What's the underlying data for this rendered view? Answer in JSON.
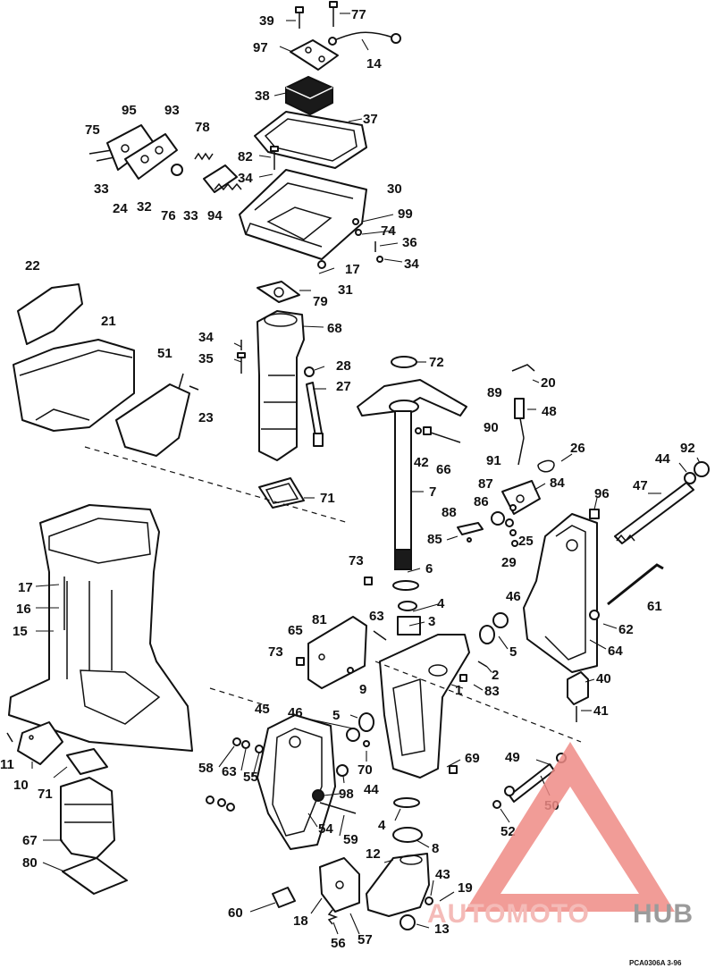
{
  "diagram": {
    "callouts": [
      {
        "id": "39"
      },
      {
        "id": "77"
      },
      {
        "id": "97"
      },
      {
        "id": "14"
      },
      {
        "id": "38"
      },
      {
        "id": "37"
      },
      {
        "id": "95"
      },
      {
        "id": "93"
      },
      {
        "id": "78"
      },
      {
        "id": "75"
      },
      {
        "id": "82"
      },
      {
        "id": "34a",
        "label": "34"
      },
      {
        "id": "33a",
        "label": "33"
      },
      {
        "id": "24"
      },
      {
        "id": "32"
      },
      {
        "id": "76"
      },
      {
        "id": "33b",
        "label": "33"
      },
      {
        "id": "94"
      },
      {
        "id": "30"
      },
      {
        "id": "99"
      },
      {
        "id": "74"
      },
      {
        "id": "36"
      },
      {
        "id": "34b",
        "label": "34"
      },
      {
        "id": "17a",
        "label": "17"
      },
      {
        "id": "31"
      },
      {
        "id": "22"
      },
      {
        "id": "79"
      },
      {
        "id": "21"
      },
      {
        "id": "68"
      },
      {
        "id": "34c",
        "label": "34"
      },
      {
        "id": "35"
      },
      {
        "id": "51"
      },
      {
        "id": "28"
      },
      {
        "id": "72"
      },
      {
        "id": "27"
      },
      {
        "id": "20"
      },
      {
        "id": "23"
      },
      {
        "id": "89"
      },
      {
        "id": "48"
      },
      {
        "id": "90"
      },
      {
        "id": "26"
      },
      {
        "id": "92"
      },
      {
        "id": "42"
      },
      {
        "id": "66"
      },
      {
        "id": "44a",
        "label": "44"
      },
      {
        "id": "91"
      },
      {
        "id": "47"
      },
      {
        "id": "87"
      },
      {
        "id": "84"
      },
      {
        "id": "86"
      },
      {
        "id": "71a",
        "label": "71"
      },
      {
        "id": "7"
      },
      {
        "id": "96"
      },
      {
        "id": "88"
      },
      {
        "id": "85"
      },
      {
        "id": "25"
      },
      {
        "id": "29"
      },
      {
        "id": "73a",
        "label": "73"
      },
      {
        "id": "6"
      },
      {
        "id": "17b",
        "label": "17"
      },
      {
        "id": "4a",
        "label": "4"
      },
      {
        "id": "46a",
        "label": "46"
      },
      {
        "id": "61"
      },
      {
        "id": "16"
      },
      {
        "id": "81"
      },
      {
        "id": "63a",
        "label": "63"
      },
      {
        "id": "3"
      },
      {
        "id": "15"
      },
      {
        "id": "65"
      },
      {
        "id": "5a",
        "label": "5"
      },
      {
        "id": "62"
      },
      {
        "id": "64"
      },
      {
        "id": "73b",
        "label": "73"
      },
      {
        "id": "2"
      },
      {
        "id": "9"
      },
      {
        "id": "40"
      },
      {
        "id": "1"
      },
      {
        "id": "83"
      },
      {
        "id": "41"
      },
      {
        "id": "45"
      },
      {
        "id": "46b",
        "label": "46"
      },
      {
        "id": "5b",
        "label": "5"
      },
      {
        "id": "11"
      },
      {
        "id": "69"
      },
      {
        "id": "49"
      },
      {
        "id": "58"
      },
      {
        "id": "63b",
        "label": "63"
      },
      {
        "id": "55"
      },
      {
        "id": "70"
      },
      {
        "id": "44b",
        "label": "44"
      },
      {
        "id": "10"
      },
      {
        "id": "71b",
        "label": "71"
      },
      {
        "id": "98"
      },
      {
        "id": "50"
      },
      {
        "id": "54"
      },
      {
        "id": "4b",
        "label": "4"
      },
      {
        "id": "52"
      },
      {
        "id": "59"
      },
      {
        "id": "67"
      },
      {
        "id": "8"
      },
      {
        "id": "12"
      },
      {
        "id": "80"
      },
      {
        "id": "43"
      },
      {
        "id": "19"
      },
      {
        "id": "60"
      },
      {
        "id": "18"
      },
      {
        "id": "13"
      },
      {
        "id": "56"
      },
      {
        "id": "57"
      }
    ],
    "footer_ref": "PCA0306A   3-96"
  },
  "watermark": {
    "text_auto": "AUTOMOTO",
    "text_hub": "HUB",
    "color_triangle": "#ef8b86",
    "color_auto": "#f3b0ac",
    "color_hub": "#8a8a8a"
  }
}
